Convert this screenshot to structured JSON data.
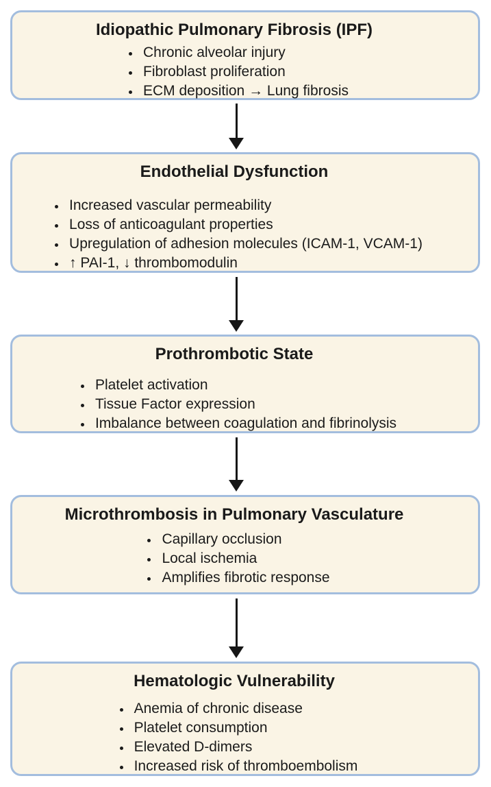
{
  "colors": {
    "background": "#ffffff",
    "box_fill": "#faf4e5",
    "box_border": "#a3bdde",
    "text": "#1a1a1a",
    "arrow": "#161616"
  },
  "icons": {
    "connector": "down-arrow"
  },
  "flowchart": {
    "steps": [
      {
        "title": "Idiopathic Pulmonary Fibrosis (IPF)",
        "bullets": [
          "Chronic alveolar injury",
          "Fibroblast proliferation",
          "ECM deposition → Lung fibrosis"
        ]
      },
      {
        "title": "Endothelial Dysfunction",
        "bullets": [
          "Increased vascular permeability",
          "Loss of anticoagulant properties",
          "Upregulation of adhesion molecules (ICAM-1, VCAM-1)",
          "↑ PAI-1, ↓ thrombomodulin"
        ]
      },
      {
        "title": "Prothrombotic State",
        "bullets": [
          "Platelet activation",
          "Tissue Factor expression",
          "Imbalance between coagulation and fibrinolysis"
        ]
      },
      {
        "title": "Microthrombosis in Pulmonary Vasculature",
        "bullets": [
          "Capillary occlusion",
          "Local ischemia",
          "Amplifies fibrotic response"
        ]
      },
      {
        "title": "Hematologic Vulnerability",
        "bullets": [
          "Anemia of chronic disease",
          "Platelet consumption",
          "Elevated D-dimers",
          "Increased risk of thromboembolism"
        ]
      }
    ]
  }
}
